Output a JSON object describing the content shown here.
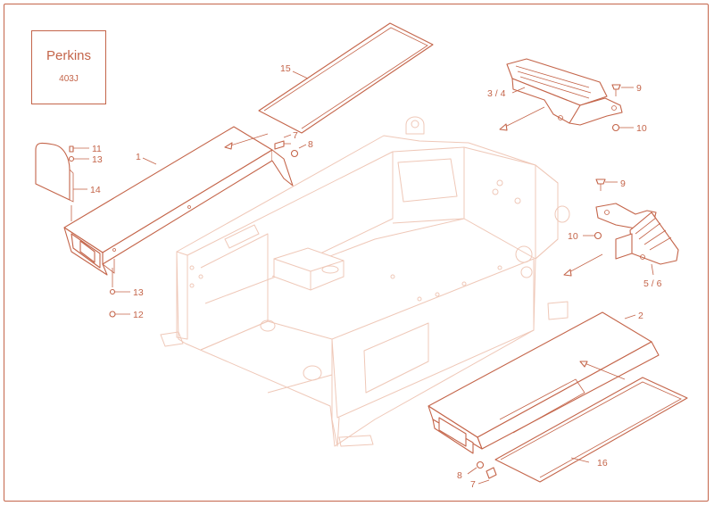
{
  "title_block": {
    "brand": "Perkins",
    "model": "403J"
  },
  "callouts": [
    {
      "id": "c1",
      "text": "1"
    },
    {
      "id": "c2",
      "text": "2"
    },
    {
      "id": "c34",
      "text": "3 / 4"
    },
    {
      "id": "c56",
      "text": "5 / 6"
    },
    {
      "id": "c7a",
      "text": "7"
    },
    {
      "id": "c7b",
      "text": "7"
    },
    {
      "id": "c8a",
      "text": "8"
    },
    {
      "id": "c8b",
      "text": "8"
    },
    {
      "id": "c9a",
      "text": "9"
    },
    {
      "id": "c9b",
      "text": "9"
    },
    {
      "id": "c10a",
      "text": "10"
    },
    {
      "id": "c10b",
      "text": "10"
    },
    {
      "id": "c11",
      "text": "11"
    },
    {
      "id": "c12",
      "text": "12"
    },
    {
      "id": "c13a",
      "text": "13"
    },
    {
      "id": "c13b",
      "text": "13"
    },
    {
      "id": "c14",
      "text": "14"
    },
    {
      "id": "c15",
      "text": "15"
    },
    {
      "id": "c16",
      "text": "16"
    }
  ],
  "colors": {
    "line": "#c4654a",
    "ghost": "#efc8b8",
    "background": "#ffffff"
  }
}
